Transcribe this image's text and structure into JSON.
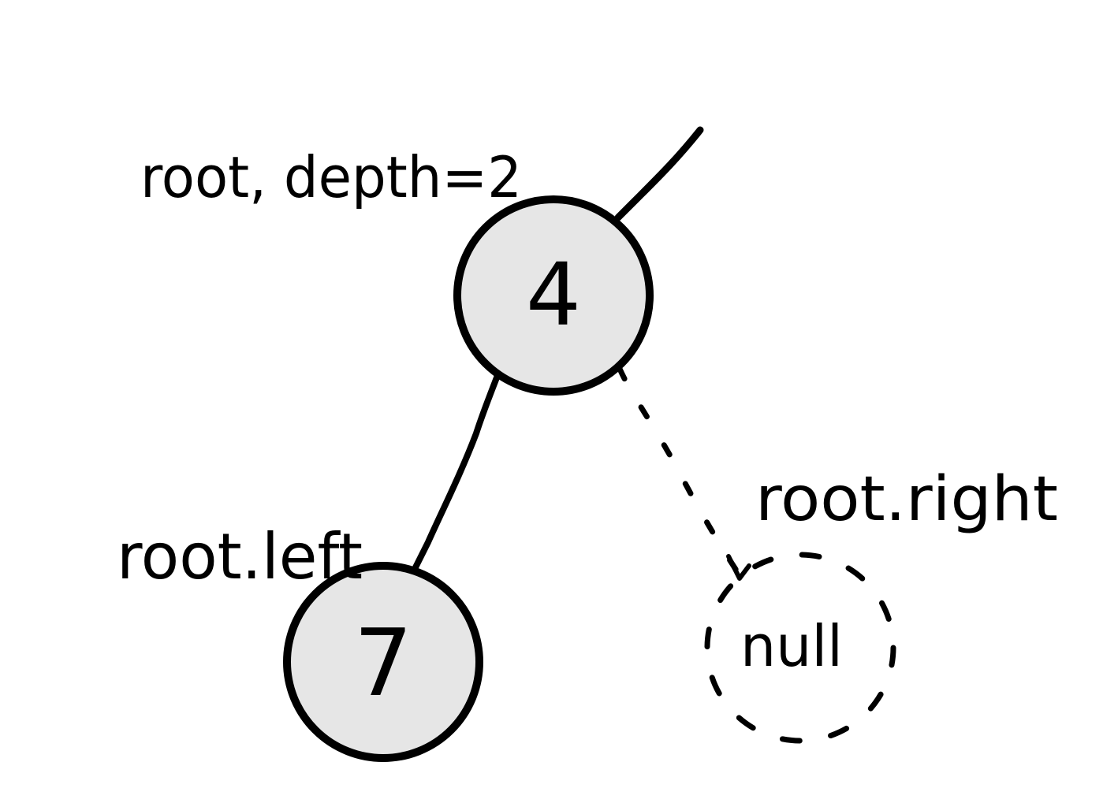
{
  "labels": {
    "root_depth": "root, depth=2",
    "root_left": "root.left",
    "root_right": "root.right"
  },
  "nodes": {
    "root": {
      "value": "4"
    },
    "left": {
      "value": "7"
    },
    "right": {
      "value": "null"
    }
  },
  "colors": {
    "node_fill": "#e6e6e6",
    "stroke": "#000000",
    "background": "#ffffff"
  }
}
